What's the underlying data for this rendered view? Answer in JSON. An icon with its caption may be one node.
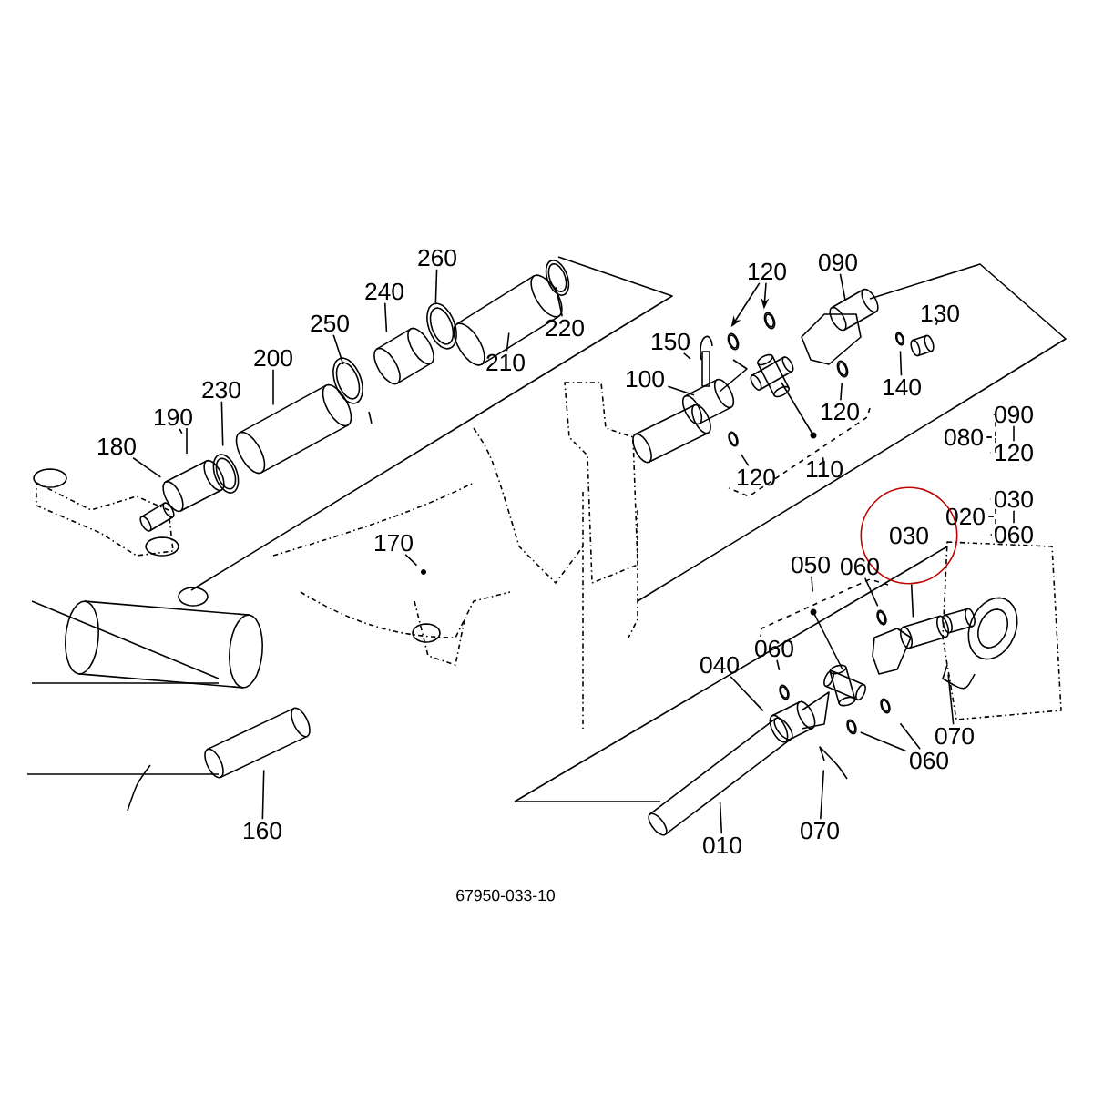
{
  "diagram": {
    "nodes": [
      {
        "text": [
          "260"
        ]
      },
      {
        "text": [
          "240"
        ]
      },
      {
        "text": [
          "220"
        ]
      },
      {
        "text": [
          "250"
        ]
      },
      {
        "text": [
          "200"
        ]
      },
      {
        "text": [
          "210"
        ]
      },
      {
        "text": [
          "230"
        ]
      },
      {
        "text": [
          "190"
        ]
      },
      {
        "text": [
          "180"
        ]
      },
      {
        "text": [
          "170"
        ]
      },
      {
        "text": [
          "160"
        ]
      },
      {
        "text": [
          "120"
        ]
      },
      {
        "text": [
          "090"
        ]
      },
      {
        "text": [
          "150"
        ]
      },
      {
        "text": [
          "130"
        ]
      },
      {
        "text": [
          "100"
        ]
      },
      {
        "text": [
          "120"
        ]
      },
      {
        "text": [
          "140"
        ]
      },
      {
        "text": [
          "120"
        ]
      },
      {
        "text": [
          "110"
        ]
      },
      {
        "text": [
          "080"
        ]
      },
      {
        "text": [
          "090"
        ]
      },
      {
        "text": [
          "120"
        ]
      },
      {
        "text": [
          "020"
        ]
      },
      {
        "text": [
          "030"
        ]
      },
      {
        "text": [
          "060"
        ]
      },
      {
        "text": [
          "030"
        ]
      },
      {
        "text": [
          "050"
        ]
      },
      {
        "text": [
          "060"
        ]
      },
      {
        "text": [
          "060"
        ]
      },
      {
        "text": [
          "040"
        ]
      },
      {
        "text": [
          "060"
        ]
      },
      {
        "text": [
          "070"
        ]
      },
      {
        "text": [
          "070"
        ]
      },
      {
        "text": [
          "010"
        ]
      }
    ],
    "edges": [
      {
        "from": 0,
        "to": null,
        "arrow": "none"
      },
      {
        "from": 1,
        "to": null,
        "arrow": "none"
      },
      {
        "from": 2,
        "to": null,
        "arrow": "none"
      },
      {
        "from": 3,
        "to": null,
        "arrow": "none"
      },
      {
        "from": 4,
        "to": null,
        "arrow": "none"
      },
      {
        "from": 5,
        "to": null,
        "arrow": "none"
      },
      {
        "from": 6,
        "to": null,
        "arrow": "none"
      },
      {
        "from": 7,
        "to": null,
        "arrow": "none"
      },
      {
        "from": 8,
        "to": null,
        "arrow": "none"
      },
      {
        "from": 9,
        "to": null,
        "arrow": "none"
      },
      {
        "from": 10,
        "to": null,
        "arrow": "none"
      },
      {
        "from": 11,
        "to": null,
        "arrow": "to"
      },
      {
        "from": 11,
        "to": null,
        "arrow": "to"
      },
      {
        "from": 12,
        "to": null,
        "arrow": "none"
      },
      {
        "from": 13,
        "to": null,
        "arrow": "none"
      },
      {
        "from": 14,
        "to": null,
        "arrow": "none"
      },
      {
        "from": 15,
        "to": null,
        "arrow": "none"
      },
      {
        "from": 16,
        "to": null,
        "arrow": "none"
      },
      {
        "from": 17,
        "to": null,
        "arrow": "none"
      },
      {
        "from": 18,
        "to": null,
        "arrow": "none"
      },
      {
        "from": 19,
        "to": null,
        "arrow": "other"
      },
      {
        "from": 20,
        "to": 21,
        "arrow": "none",
        "style": "dashed"
      },
      {
        "from": 20,
        "to": 22,
        "arrow": "none",
        "style": "dashed"
      },
      {
        "from": 23,
        "to": 24,
        "arrow": "none",
        "style": "dashed"
      },
      {
        "from": 23,
        "to": 25,
        "arrow": "none",
        "style": "dashed"
      },
      {
        "from": 26,
        "to": null,
        "arrow": "none"
      },
      {
        "from": 27,
        "to": null,
        "arrow": "other"
      },
      {
        "from": 28,
        "to": null,
        "arrow": "none"
      },
      {
        "from": 29,
        "to": null,
        "arrow": "none"
      },
      {
        "from": 30,
        "to": null,
        "arrow": "none"
      },
      {
        "from": 31,
        "to": null,
        "arrow": "none"
      },
      {
        "from": 31,
        "to": null,
        "arrow": "none"
      },
      {
        "from": 32,
        "to": null,
        "arrow": "none"
      },
      {
        "from": 33,
        "to": null,
        "arrow": "none"
      },
      {
        "from": 34,
        "to": null,
        "arrow": "none"
      },
      {
        "from": 21,
        "to": 22,
        "arrow": "none"
      },
      {
        "from": 24,
        "to": 25,
        "arrow": "none"
      }
    ],
    "labels": [
      "67950-033-10"
    ]
  }
}
